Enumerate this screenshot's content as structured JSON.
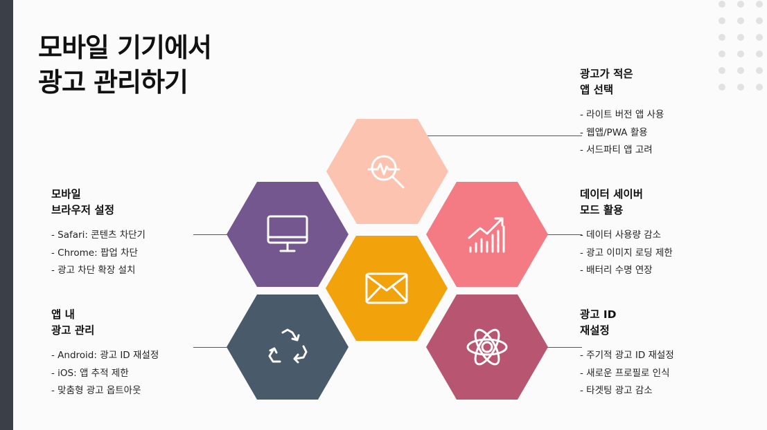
{
  "title": {
    "line1": "모바일 기기에서",
    "line2": "광고 관리하기"
  },
  "colors": {
    "sidebar": "#3b3f48",
    "hex_top": "#fbc3b0",
    "hex_left_top": "#73578e",
    "hex_center": "#f2a20a",
    "hex_right_top": "#f47a84",
    "hex_left_bottom": "#495a6a",
    "hex_right_bottom": "#b85672"
  },
  "hexagons": {
    "top": {
      "icon": "analytics-search-icon"
    },
    "left_top": {
      "icon": "monitor-icon"
    },
    "center": {
      "icon": "envelope-icon"
    },
    "right_top": {
      "icon": "growth-chart-icon"
    },
    "left_bottom": {
      "icon": "recycle-icon"
    },
    "right_bottom": {
      "icon": "atom-icon"
    }
  },
  "sections": {
    "ad_free_apps": {
      "title_line1": "광고가 적은",
      "title_line2": "앱 선택",
      "items": [
        "- 라이트 버전 앱 사용",
        "- 웹앱/PWA 활용",
        "- 서드파티 앱 고려"
      ]
    },
    "mobile_browser": {
      "title_line1": "모바일",
      "title_line2": "브라우저 설정",
      "items": [
        "- Safari: 콘텐츠 차단기",
        "- Chrome: 팝업 차단",
        "- 광고 차단 확장 설치"
      ]
    },
    "data_saver": {
      "title_line1": "데이터 세이버",
      "title_line2": "모드 활용",
      "items": [
        "- 데이터 사용량 감소",
        "- 광고 이미지 로딩 제한",
        "- 배터리 수명 연장"
      ]
    },
    "in_app_ads": {
      "title_line1": "앱 내",
      "title_line2": "광고 관리",
      "items": [
        "- Android: 광고 ID 재설정",
        "- iOS: 앱 추적 제한",
        "- 맞춤형 광고 옵트아웃"
      ]
    },
    "ad_id_reset": {
      "title_line1": "광고 ID",
      "title_line2": "재설정",
      "items": [
        "- 주기적 광고 ID 재설정",
        "- 새로운 프로필로 인식",
        "- 타겟팅 광고 감소"
      ]
    }
  }
}
